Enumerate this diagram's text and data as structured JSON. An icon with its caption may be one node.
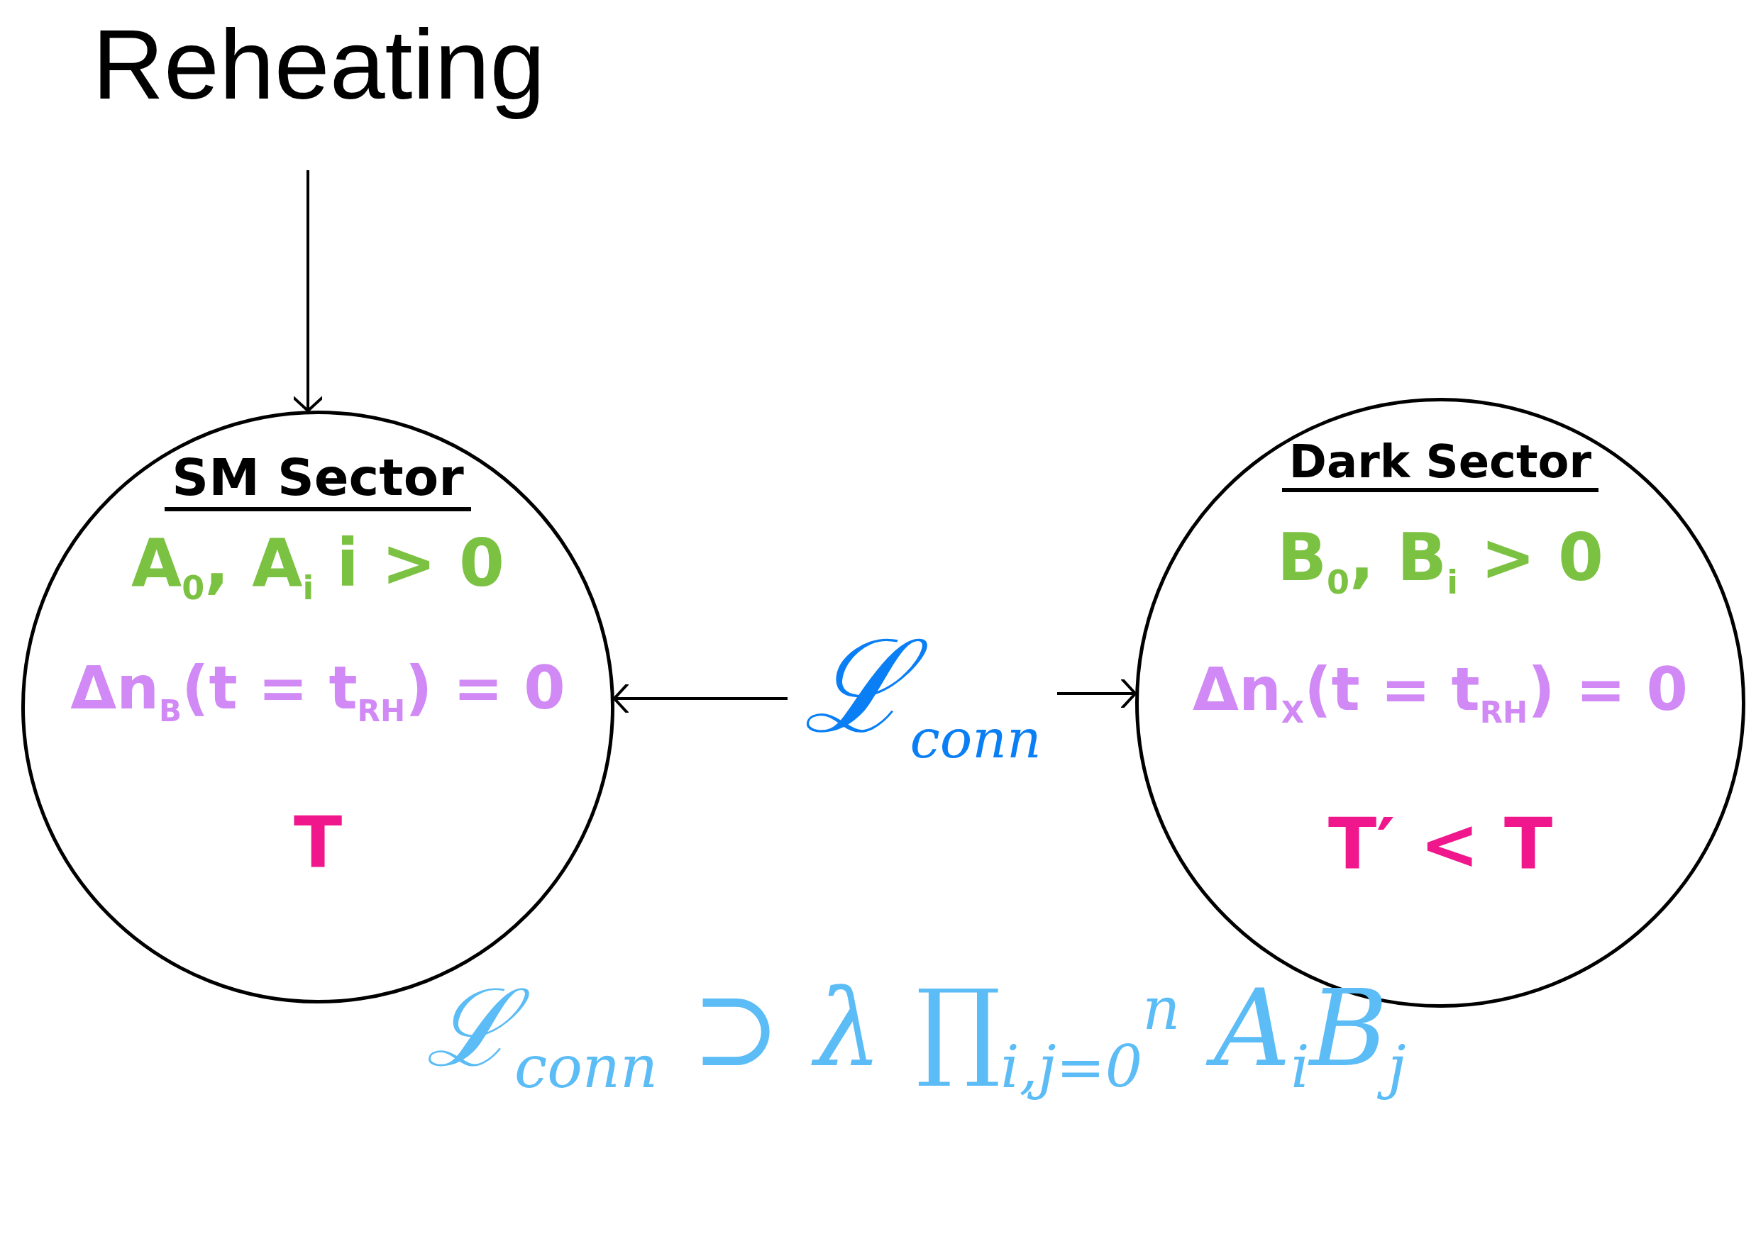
{
  "diagram": {
    "title": "Reheating",
    "nodes": [
      {
        "text": [
          "SM Sector",
          "A$_{0}$, A$_{i}$  i > 0",
          "Δn$_{B}$(t = t$_{RH}$) = 0",
          "T"
        ]
      },
      {
        "text": [
          "ℒ$_{conn}$"
        ]
      },
      {
        "text": [
          "Dark Sector",
          "B$_{0}$, B$_{i}$ > 0",
          "Δn$_{X}$(t = t$_{RH}$) = 0",
          "T′ < T"
        ]
      }
    ],
    "edges": [
      {
        "from": null,
        "to": 0,
        "arrow": "to"
      },
      {
        "from": 1,
        "to": 0,
        "arrow": "to"
      },
      {
        "from": 1,
        "to": 2,
        "arrow": "to"
      }
    ],
    "labels": [
      "ℒ$_{conn}$ ⊃ λ ∏$_{i,j=0}$$^{n}$ A$_{i}$B$_{j}$"
    ]
  }
}
